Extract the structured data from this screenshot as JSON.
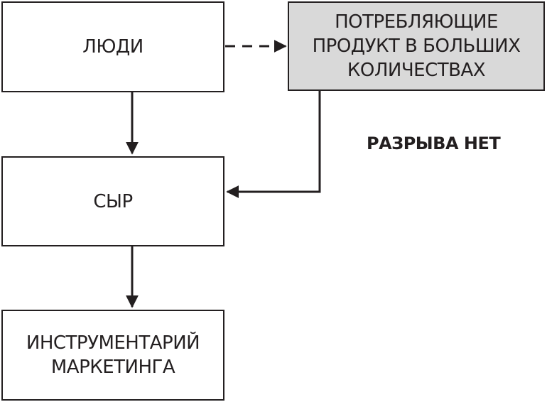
{
  "nodes": {
    "people": {
      "lines": [
        "ЛЮДИ"
      ]
    },
    "consumers": {
      "lines": [
        "ПОТРЕБЛЯЮЩИЕ",
        "ПРОДУКТ В БОЛЬШИХ",
        "КОЛИЧЕСТВАХ"
      ]
    },
    "cheese": {
      "lines": [
        "СЫР"
      ]
    },
    "toolkit": {
      "lines": [
        "ИНСТРУМЕНТАРИЙ",
        "МАРКЕТИНГА"
      ]
    }
  },
  "annotation": {
    "no_gap": "РАЗРЫВА НЕТ"
  },
  "colors": {
    "line": "#231f20",
    "shaded_fill": "#d9d9d9",
    "background": "#ffffff"
  }
}
